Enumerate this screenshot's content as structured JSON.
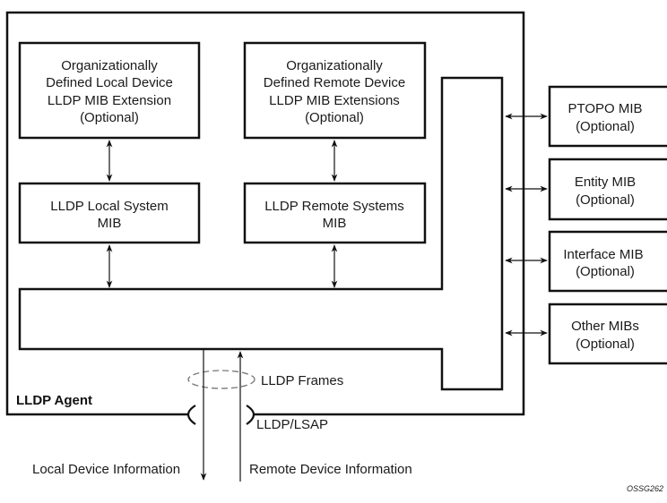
{
  "diagram": {
    "agent_label": "LLDP Agent",
    "boxes": {
      "local_ext": [
        "Organizationally",
        "Defined Local Device",
        "LLDP MIB Extension",
        "(Optional)"
      ],
      "remote_ext": [
        "Organizationally",
        "Defined Remote Device",
        "LLDP MIB Extensions",
        "(Optional)"
      ],
      "local_sys": [
        "LLDP Local System",
        "MIB"
      ],
      "remote_sys": [
        "LLDP Remote Systems",
        "MIB"
      ]
    },
    "external_mibs": [
      {
        "name": "PTOPO MIB",
        "note": "(Optional)"
      },
      {
        "name": "Entity MIB",
        "note": "(Optional)"
      },
      {
        "name": "Interface MIB",
        "note": "(Optional)"
      },
      {
        "name": "Other MIBs",
        "note": "(Optional)"
      }
    ],
    "frames_label": "LLDP Frames",
    "lsap_label": "LLDP/LSAP",
    "local_info_label": "Local Device Information",
    "remote_info_label": "Remote Device Information",
    "figure_id": "OSSG262"
  }
}
